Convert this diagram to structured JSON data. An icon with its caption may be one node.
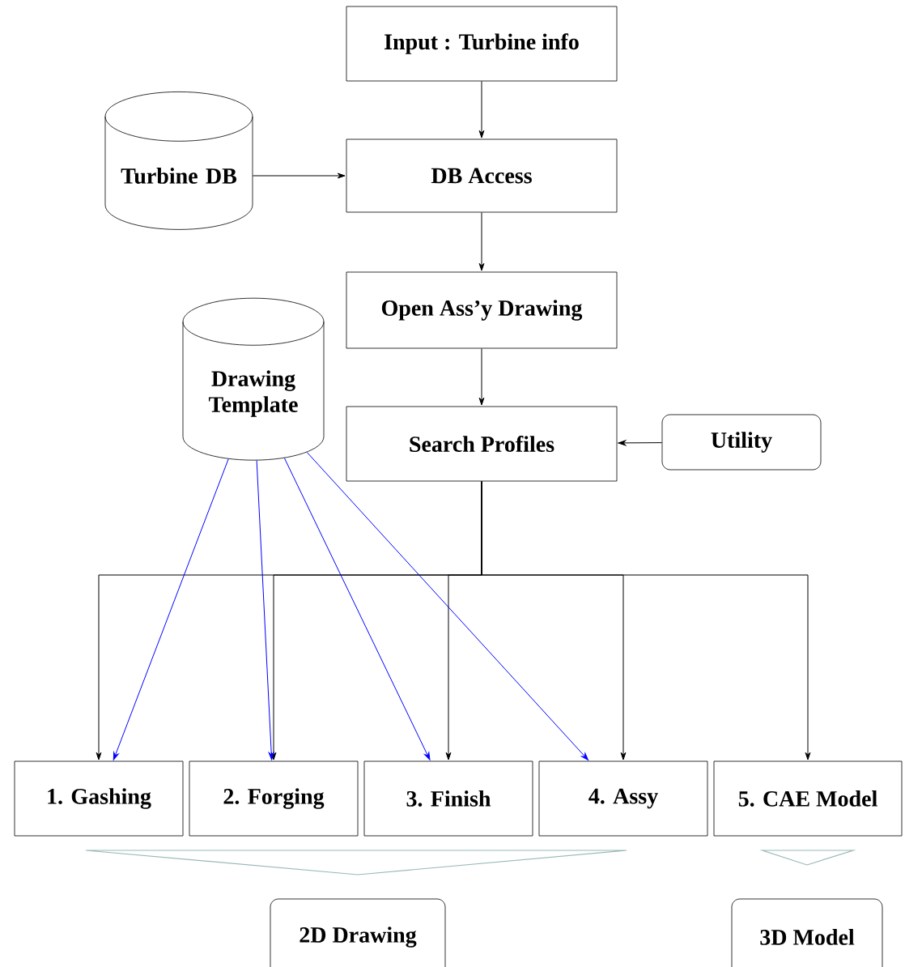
{
  "diagram": {
    "nodes": [
      {
        "text": [
          "Input : Turbine info"
        ]
      },
      {
        "text": [
          "Turbine DB"
        ]
      },
      {
        "text": [
          "DB Access"
        ]
      },
      {
        "text": [
          "Open Ass’y Drawing"
        ]
      },
      {
        "text": [
          "Drawing Template"
        ]
      },
      {
        "text": [
          "Search Profiles"
        ]
      },
      {
        "text": [
          "Utility"
        ]
      },
      {
        "text": [
          "1. Gashing"
        ]
      },
      {
        "text": [
          "2. Forging"
        ]
      },
      {
        "text": [
          "3. Finish"
        ]
      },
      {
        "text": [
          "4. Assy"
        ]
      },
      {
        "text": [
          "5. CAE Model"
        ]
      },
      {
        "text": [
          "2D Drawing"
        ]
      },
      {
        "text": [
          "3D Model"
        ]
      }
    ],
    "edges": [
      {
        "from": 0,
        "to": 2,
        "arrow": "to"
      },
      {
        "from": 1,
        "to": 2,
        "arrow": "to"
      },
      {
        "from": 2,
        "to": 3,
        "arrow": "to"
      },
      {
        "from": 3,
        "to": 5,
        "arrow": "to"
      },
      {
        "from": 6,
        "to": 5,
        "arrow": "to"
      },
      {
        "from": 5,
        "to": 7,
        "arrow": "to"
      },
      {
        "from": 5,
        "to": 8,
        "arrow": "to"
      },
      {
        "from": 5,
        "to": 9,
        "arrow": "to"
      },
      {
        "from": 5,
        "to": 10,
        "arrow": "to"
      },
      {
        "from": 5,
        "to": 11,
        "arrow": "to"
      },
      {
        "from": 4,
        "to": 7,
        "arrow": "to",
        "color": "#0000ff"
      },
      {
        "from": 4,
        "to": 8,
        "arrow": "to",
        "color": "#0000ff"
      },
      {
        "from": 4,
        "to": 9,
        "arrow": "to",
        "color": "#0000ff"
      },
      {
        "from": 4,
        "to": 10,
        "arrow": "to",
        "color": "#0000ff"
      },
      {
        "from": null,
        "to": 12,
        "arrow": "to",
        "color": "#9ab8b8"
      },
      {
        "from": null,
        "to": 13,
        "arrow": "to",
        "color": "#9ab8b8"
      }
    ]
  }
}
